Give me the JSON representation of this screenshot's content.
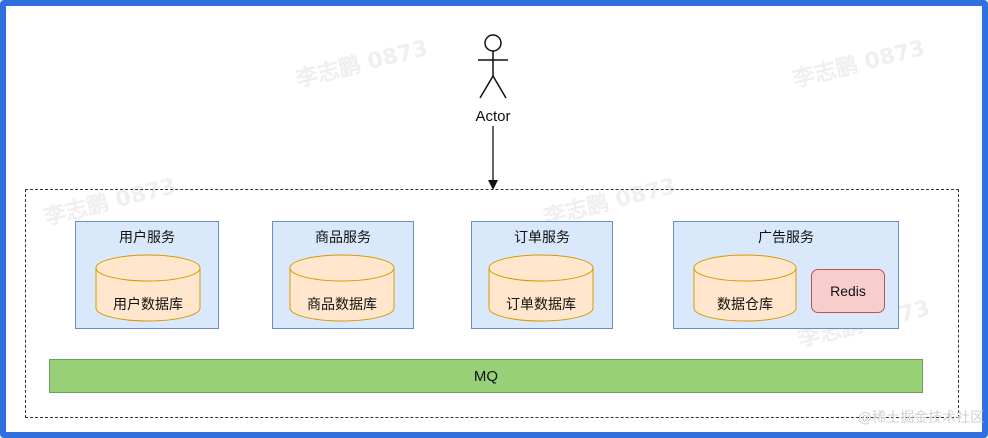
{
  "actor": {
    "label": "Actor"
  },
  "services": [
    {
      "title": "用户服务",
      "databases": [
        "用户数据库"
      ]
    },
    {
      "title": "商品服务",
      "databases": [
        "商品数据库"
      ]
    },
    {
      "title": "订单服务",
      "databases": [
        "订单数据库"
      ]
    },
    {
      "title": "广告服务",
      "databases": [
        "数据仓库"
      ],
      "cache": "Redis"
    }
  ],
  "queue": {
    "label": "MQ"
  },
  "watermark": {
    "text": "李志鹏 0873"
  },
  "credit": {
    "text": "@稀土掘金技术社区"
  },
  "colors": {
    "frame_border": "#2f6fde",
    "service_fill": "#dae8fc",
    "service_stroke": "#6c8ebf",
    "database_fill": "#ffe6cc",
    "database_stroke": "#d79b00",
    "redis_fill": "#f8cecc",
    "redis_stroke": "#b85450",
    "mq_fill": "#97d077",
    "mq_stroke": "#6f9e58"
  }
}
